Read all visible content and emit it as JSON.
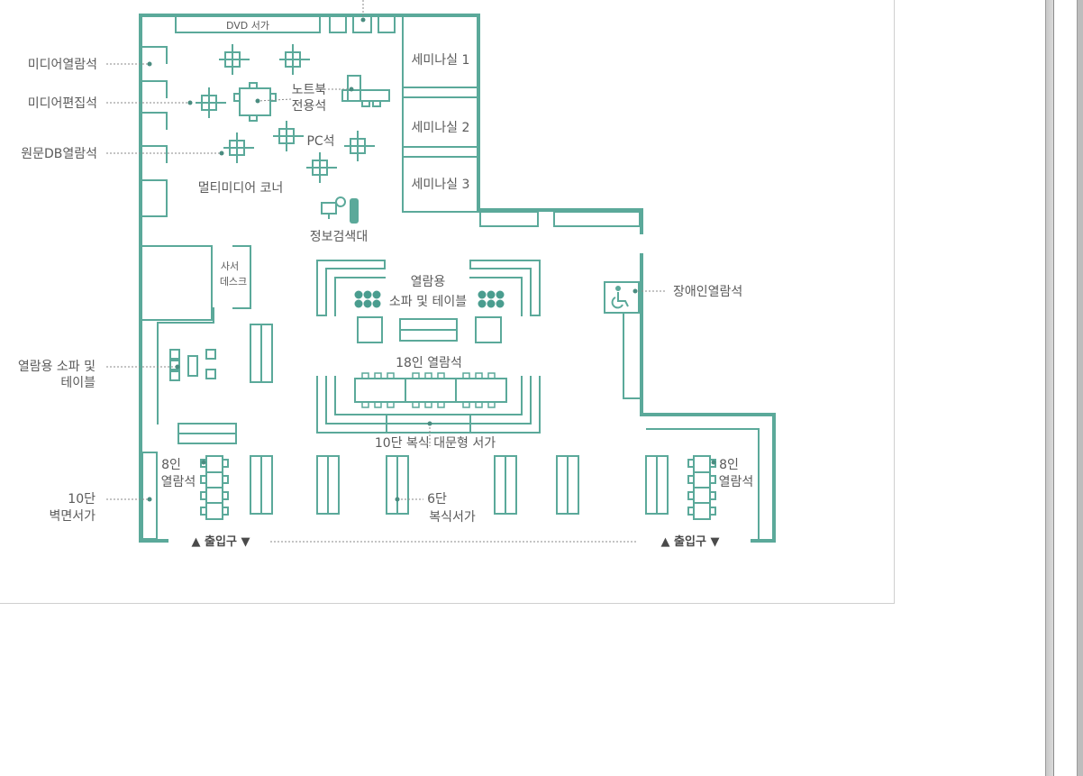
{
  "colors": {
    "wall": "#5ba99a",
    "furniture": "#5ba99a",
    "dot": "#4a8c80",
    "text": "#5a5a5a",
    "leader": "#8a8a8a"
  },
  "floorplan": {
    "left_labels": {
      "media_viewing": "미디어열람석",
      "media_editing": "미디어편집석",
      "original_db": "원문DB열람석",
      "sofa_table_1": "열람용 소파 및",
      "sofa_table_2": "테이블",
      "wall_shelf_1": "10단",
      "wall_shelf_2": "벽면서가"
    },
    "rooms": {
      "dvd_shelf": "DVD 서가",
      "seminar_1": "세미나실 1",
      "seminar_2": "세미나실 2",
      "seminar_3": "세미나실 3",
      "laptop_1": "노트북",
      "laptop_2": "전용석",
      "pc_seats": "PC석",
      "multimedia_corner": "멀티미디어 코너",
      "info_search": "정보검색대",
      "librarian_1": "사서",
      "librarian_2": "데스크",
      "reading_sofa_1": "열람용",
      "reading_sofa_2": "소파 및 테이블",
      "seats_18": "18인 열람석",
      "double_large_shelf": "10단 복식 대문형 서가",
      "seats_8_left_1": "8인",
      "seats_8_left_2": "열람석",
      "double_shelf_1": "6단",
      "double_shelf_2": "복식서가",
      "seats_8_right_1": "8인",
      "seats_8_right_2": "열람석",
      "accessible_seats": "장애인열람석"
    },
    "entrances": {
      "left": "▲ 출입구 ▼",
      "right": "▲ 출입구 ▼"
    },
    "icons": [
      "wheelchair-icon",
      "search-monitor-icon"
    ]
  }
}
